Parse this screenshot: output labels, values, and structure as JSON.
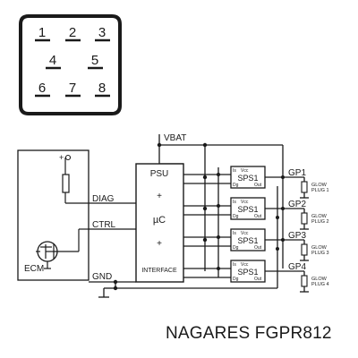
{
  "connector": {
    "pins": [
      "1",
      "2",
      "3",
      "4",
      "5",
      "6",
      "7",
      "8"
    ]
  },
  "circuit": {
    "vbat": "VBAT",
    "ecm": "ECM",
    "signals": {
      "diag": "DIAG",
      "ctrl": "CTRL",
      "gnd": "GND"
    },
    "controller": {
      "psu": "PSU",
      "plus": "+",
      "uc": "µC",
      "interface": "INTERFACE"
    },
    "driver": {
      "name": "SPS1",
      "vcc": "Vcc",
      "diag": "Dg",
      "out": "Out",
      "supply": "Is"
    },
    "outputs": [
      {
        "gp": "GP1",
        "glow": "GLOW",
        "plug": "PLUG 1"
      },
      {
        "gp": "GP2",
        "glow": "GLOW",
        "plug": "PLUG 2"
      },
      {
        "gp": "GP3",
        "glow": "GLOW",
        "plug": "PLUG 3"
      },
      {
        "gp": "GP4",
        "glow": "GLOW",
        "plug": "PLUG 4"
      }
    ]
  },
  "caption": "NAGARES FGPR812"
}
